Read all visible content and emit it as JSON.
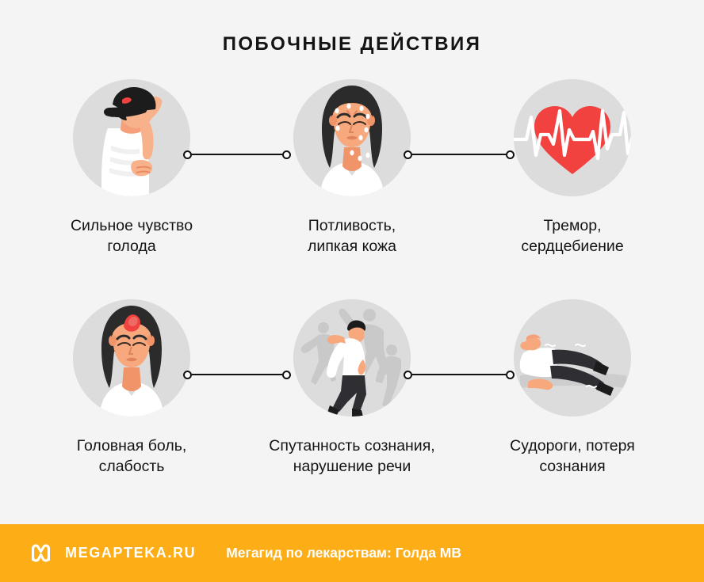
{
  "page": {
    "title": "ПОБОЧНЫЕ ДЕЙСТВИЯ",
    "background_color": "#f4f4f4",
    "text_color": "#141414"
  },
  "items": [
    {
      "icon": "person-hungry-holding-stomach-icon",
      "label_line1": "Сильное чувство",
      "label_line2": "голода"
    },
    {
      "icon": "woman-sweating-clammy-skin-icon",
      "label_line1": "Потливость,",
      "label_line2": "липкая кожа"
    },
    {
      "icon": "heart-with-ecg-pulse-icon",
      "label_line1": "Тремор,",
      "label_line2": "сердцебиение"
    },
    {
      "icon": "woman-headache-weakness-icon",
      "label_line1": "Головная боль,",
      "label_line2": "слабость"
    },
    {
      "icon": "man-confused-among-silhouettes-icon",
      "label_line1": "Спутанность сознания,",
      "label_line2": "нарушение речи"
    },
    {
      "icon": "person-lying-unconscious-icon",
      "label_line1": "Судороги, потеря",
      "label_line2": "сознания"
    }
  ],
  "connectors": {
    "dot_color": "#ffffff",
    "stroke_color": "#111111"
  },
  "footer": {
    "logo_icon": "megapteka-m-logo-icon",
    "brand": "MEGAPTEKA.RU",
    "tagline": "Мегагид по лекарствам: Голда МВ",
    "background_color": "#fdae17",
    "text_color": "#ffffff"
  },
  "palette": {
    "bubble_gray": "#dcdcdc",
    "accent_red": "#f2423f",
    "skin": "#f5a07a",
    "hair_dark": "#2b2b2b",
    "shirt_white": "#ffffff",
    "pants_dark": "#2f2f33"
  }
}
